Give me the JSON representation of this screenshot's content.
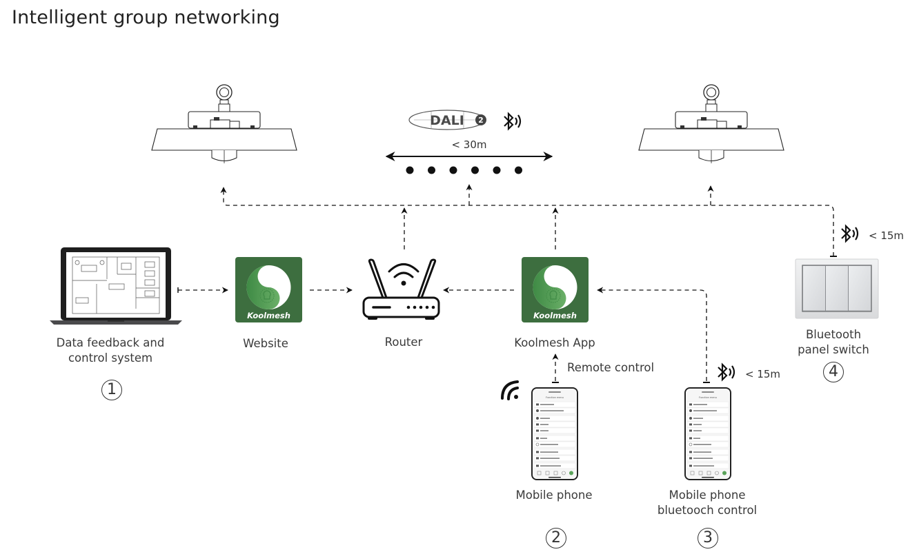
{
  "title": "Intelligent group networking",
  "protocols": {
    "dali_logo_text": "DALI",
    "dali_version": "2",
    "bluetooth_icon": "bluetooth-signal-icon",
    "range_label": "< 30m",
    "mesh_node_count": 6
  },
  "nodes": {
    "laptop": {
      "label_line1": "Data feedback and",
      "label_line2": "control system",
      "number": "1",
      "icon": "laptop-floorplan-icon"
    },
    "website": {
      "label": "Website",
      "icon": "koolmesh-logo-icon",
      "logo_text": "Koolmesh"
    },
    "router": {
      "label": "Router",
      "icon": "wifi-router-icon"
    },
    "app": {
      "label": "Koolmesh App",
      "icon": "koolmesh-logo-icon",
      "logo_text": "Koolmesh"
    },
    "switch": {
      "label_line1": "Bluetooth",
      "label_line2": "panel switch",
      "number": "4",
      "range_label": "< 15m",
      "icon": "panel-switch-icon"
    },
    "phone_remote": {
      "label": "Mobile phone",
      "number": "2",
      "link_label": "Remote control",
      "icon": "smartphone-icon",
      "signal_icon": "wifi-signal-icon"
    },
    "phone_bt": {
      "label_line1": "Mobile phone",
      "label_line2": "bluetooch control",
      "number": "3",
      "range_label": "< 15m",
      "icon": "smartphone-icon"
    },
    "lamp_left": {
      "icon": "highbay-lamp-icon"
    },
    "lamp_right": {
      "icon": "highbay-lamp-icon"
    }
  },
  "colors": {
    "koolmesh_green": "#3d6e3f",
    "koolmesh_light_green": "#5aa35a",
    "line": "#111111",
    "switch_plate": "#e6e7e8"
  }
}
